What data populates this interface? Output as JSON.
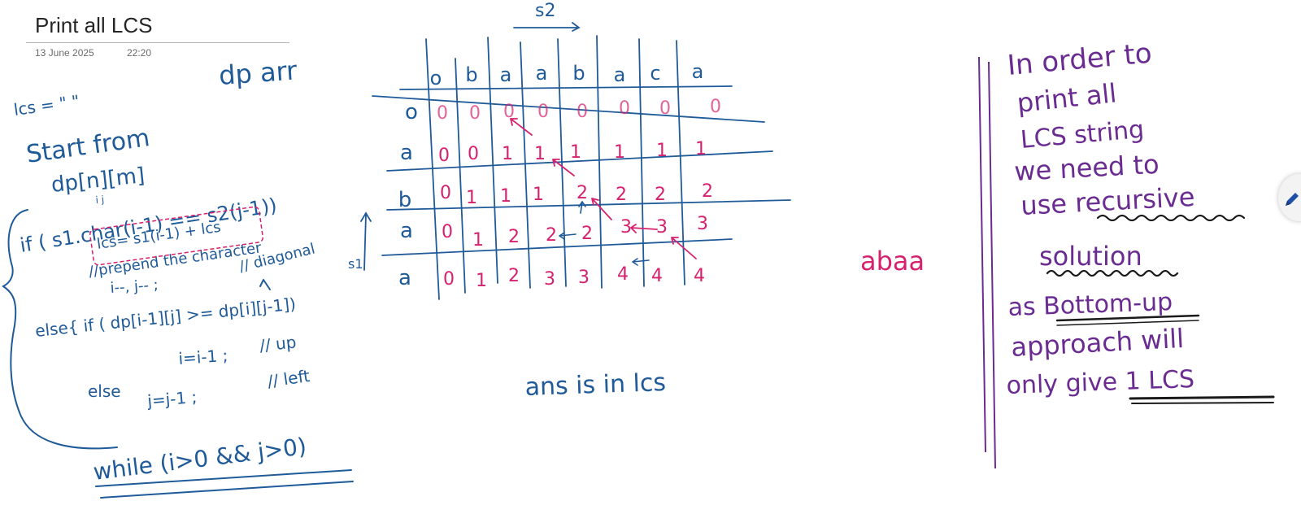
{
  "page": {
    "title": "Print all LCS",
    "date": "13 June 2025",
    "time": "22:20"
  },
  "colors": {
    "blue_ink": "#1f5a99",
    "pink_ink": "#d6216f",
    "purple_ink": "#6a2c91",
    "black_ink": "#1a1a1a",
    "pen_icon": "#1f4fa8"
  },
  "notes": {
    "dp_arr": "dp arr",
    "lcs_init": "lcs = \" \"",
    "start_from": "Start from",
    "dp_nm": "dp[n][m]",
    "dp_nm_sub": "i       j",
    "if_line": "if ( s1.char(i-1) == s2(j-1))",
    "lcs_assign": "lcs= s1(i-1) + lcs",
    "prepend_comment": "//prepend the character",
    "decrement": "i--, j-- ;",
    "diagonal_comment": "// diagonal",
    "else_if": "else{ if ( dp[i-1][j] >= dp[i][j-1])",
    "i_dec": "i=i-1 ;",
    "up_comment": "// up",
    "else_kw": "else",
    "j_dec": "j=j-1 ;",
    "left_comment": "// left",
    "while_loop": "while (i>0 && j>0)"
  },
  "table": {
    "s2_label": "s2",
    "s1_label": "s1",
    "col_headers": [
      "o",
      "b",
      "a",
      "a",
      "b",
      "a",
      "c",
      "a"
    ],
    "row_headers": [
      "o",
      "a",
      "b",
      "a",
      "a"
    ],
    "rows": [
      [
        "0",
        "0",
        "0",
        "0",
        "0",
        "0",
        "0",
        "0"
      ],
      [
        "0",
        "0",
        "1",
        "1",
        "1",
        "1",
        "1",
        "1"
      ],
      [
        "0",
        "1",
        "1",
        "1",
        "2",
        "2",
        "2",
        "2"
      ],
      [
        "0",
        "1",
        "2",
        "2",
        "2",
        "3",
        "3",
        "3"
      ],
      [
        "0",
        "1",
        "2",
        "3",
        "3",
        "4",
        "4",
        "4"
      ]
    ]
  },
  "ans_note": "ans is in lcs",
  "result_string": "abaa",
  "right_note": {
    "lines": [
      "In order to",
      "print all",
      "LCS string",
      "we need to",
      "use recursive",
      "solution",
      "as Bottom-up",
      "approach will",
      "only give 1 LCS"
    ]
  },
  "icons": {
    "pen": "pen-icon"
  }
}
